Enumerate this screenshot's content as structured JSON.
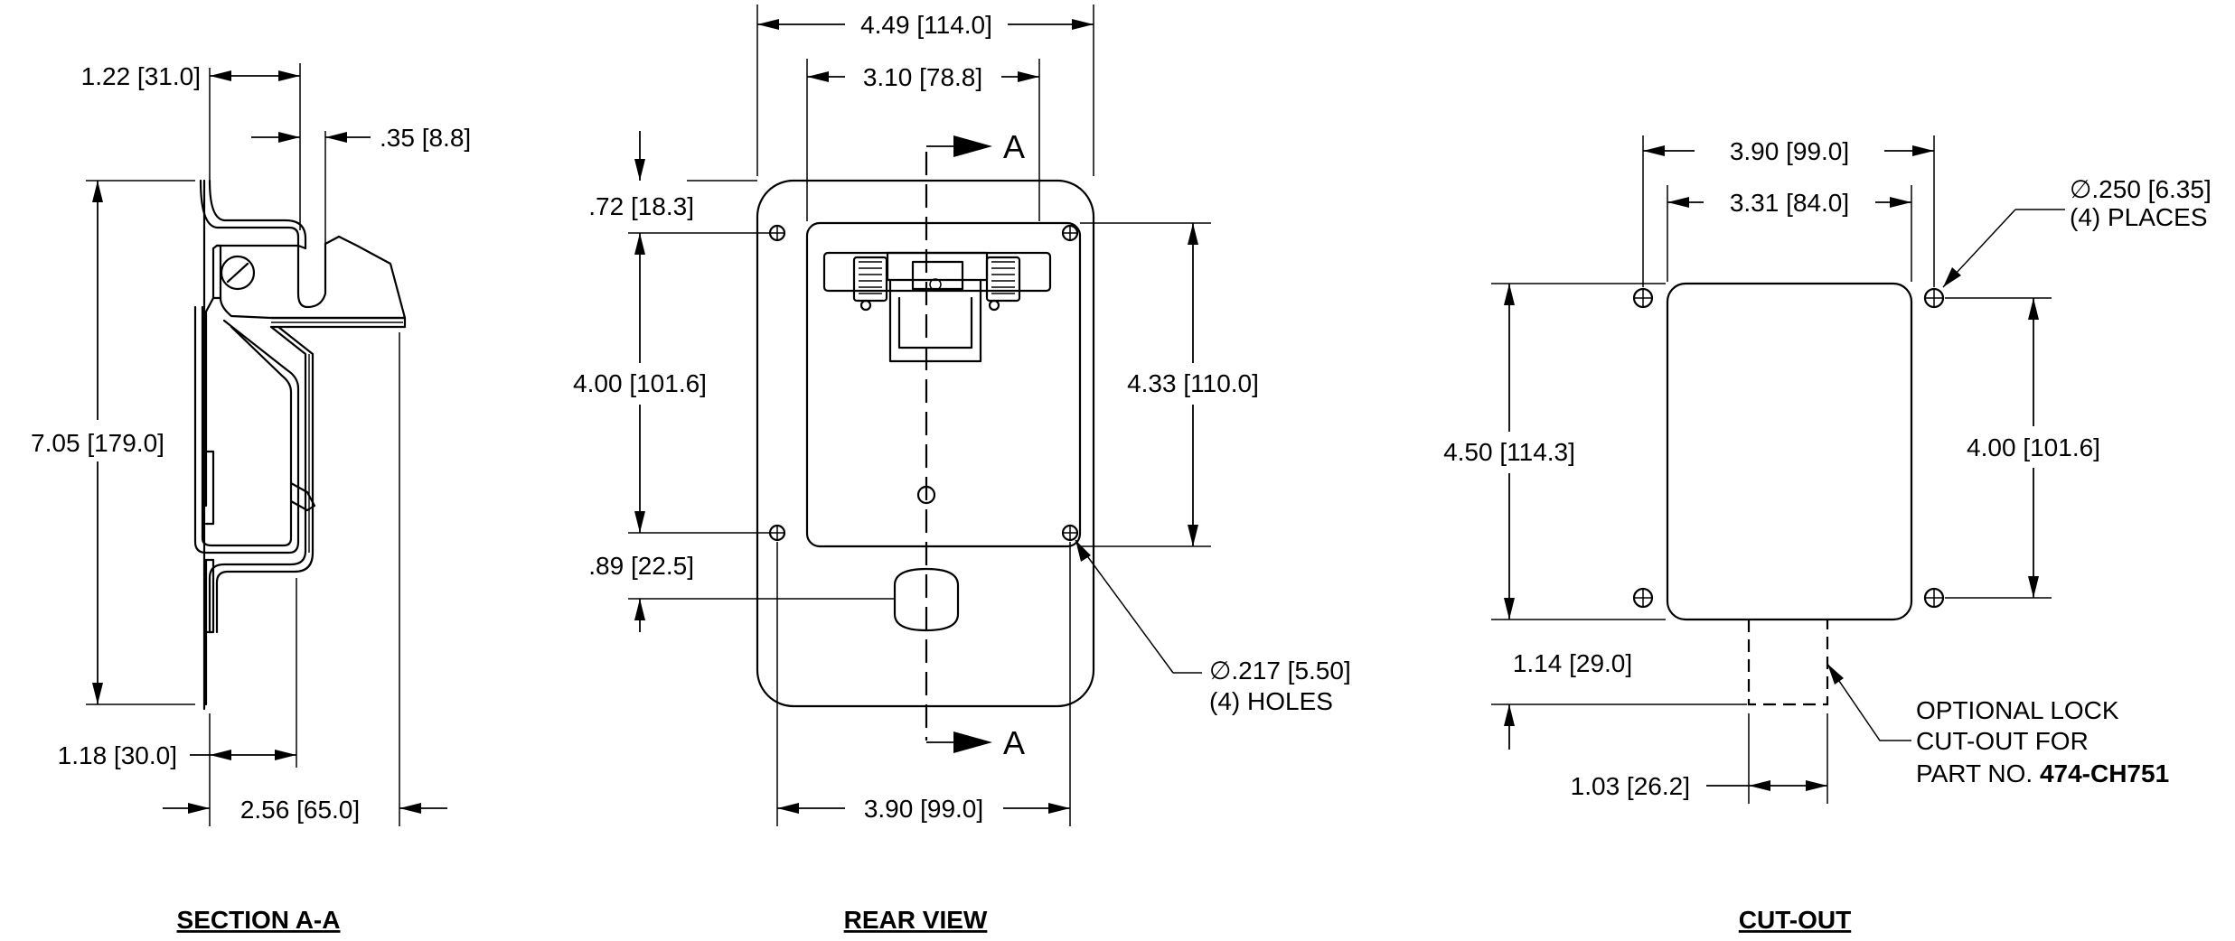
{
  "views": {
    "section": {
      "title": "SECTION A-A",
      "dims": {
        "top_width": "1.22 [31.0]",
        "slot": ".35 [8.8]",
        "height": "7.05 [179.0]",
        "bottom_width": "1.18 [30.0]",
        "depth": "2.56 [65.0]"
      }
    },
    "rear": {
      "title": "REAR VIEW",
      "section_label": "A",
      "dims": {
        "overall_width": "4.49 [114.0]",
        "inner_width": "3.10 [78.8]",
        "top_offset": ".72 [18.3]",
        "hole_spacing": "4.00 [101.6]",
        "inner_height": "4.33 [110.0]",
        "lock_offset": ".89 [22.5]",
        "hole_span": "3.90 [99.0]"
      },
      "hole_callout": {
        "symbol": "∅",
        "size": ".217 [5.50]",
        "qty": "(4) HOLES"
      }
    },
    "cutout": {
      "title": "CUT-OUT",
      "dims": {
        "hole_span": "3.90 [99.0]",
        "opening_width": "3.31 [84.0]",
        "opening_height": "4.50 [114.3]",
        "hole_spacing": "4.00 [101.6]",
        "lock_depth": "1.14 [29.0]",
        "lock_width": "1.03 [26.2]"
      },
      "hole_callout": {
        "symbol": "∅",
        "size": ".250 [6.35]",
        "qty": "(4) PLACES"
      },
      "note": {
        "line1": "OPTIONAL LOCK",
        "line2": "CUT-OUT FOR",
        "line3_prefix": "PART NO.",
        "part_no": "474-CH751"
      }
    }
  }
}
